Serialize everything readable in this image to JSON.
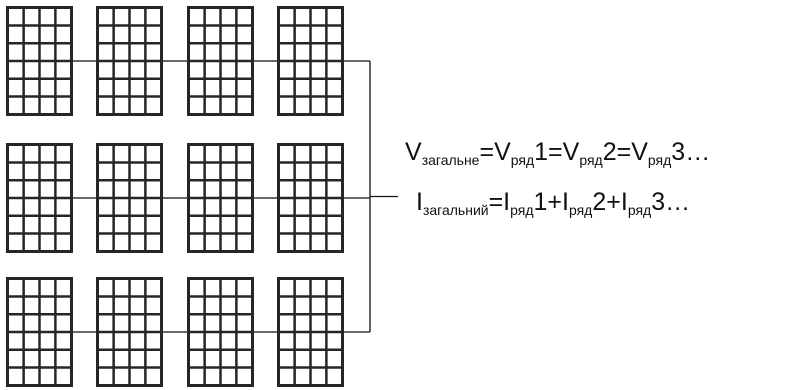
{
  "diagram": {
    "rows": 3,
    "panels_per_row": 4,
    "panel_grid": {
      "columns": 4,
      "rows": 6
    },
    "colors": {
      "panel_fill": "#262626",
      "cell_fill": "#ffffff",
      "wire": "#111111"
    }
  },
  "formulas": {
    "voltage": [
      {
        "main": "V",
        "sub": "загальне"
      },
      {
        "main": "=V",
        "sub": "ряд"
      },
      {
        "main": "1=V",
        "sub": "ряд"
      },
      {
        "main": "2=V",
        "sub": "ряд"
      },
      {
        "main": "3…",
        "sub": ""
      }
    ],
    "current": [
      {
        "main": "I",
        "sub": "загальний"
      },
      {
        "main": "=I",
        "sub": "ряд"
      },
      {
        "main": "1+I",
        "sub": "ряд"
      },
      {
        "main": "2+I",
        "sub": "ряд"
      },
      {
        "main": "3…",
        "sub": ""
      }
    ]
  }
}
